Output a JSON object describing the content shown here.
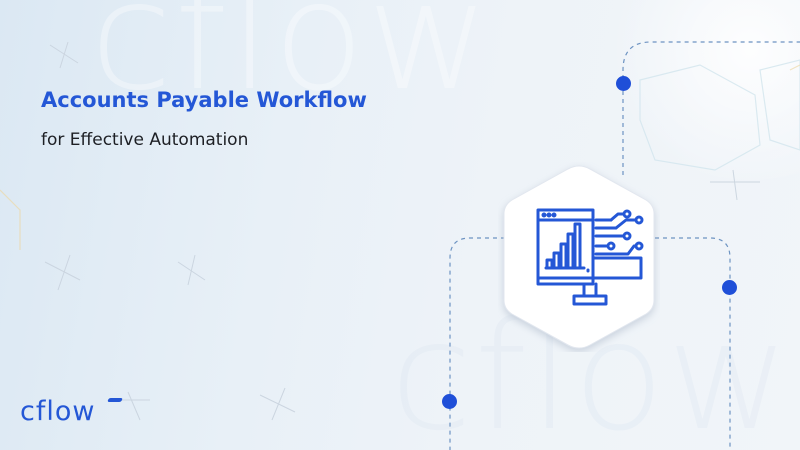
{
  "banner": {
    "title": "Accounts Payable Workflow",
    "subtitle": "for Effective Automation",
    "brand": "cflow",
    "watermark_text": "cflow",
    "center_icon": "monitor-chart-circuit-icon"
  },
  "colors": {
    "accent": "#2457d6",
    "dot": "#1f4fd8",
    "text_dark": "#1d1f24",
    "background": "#e8f0f7"
  }
}
